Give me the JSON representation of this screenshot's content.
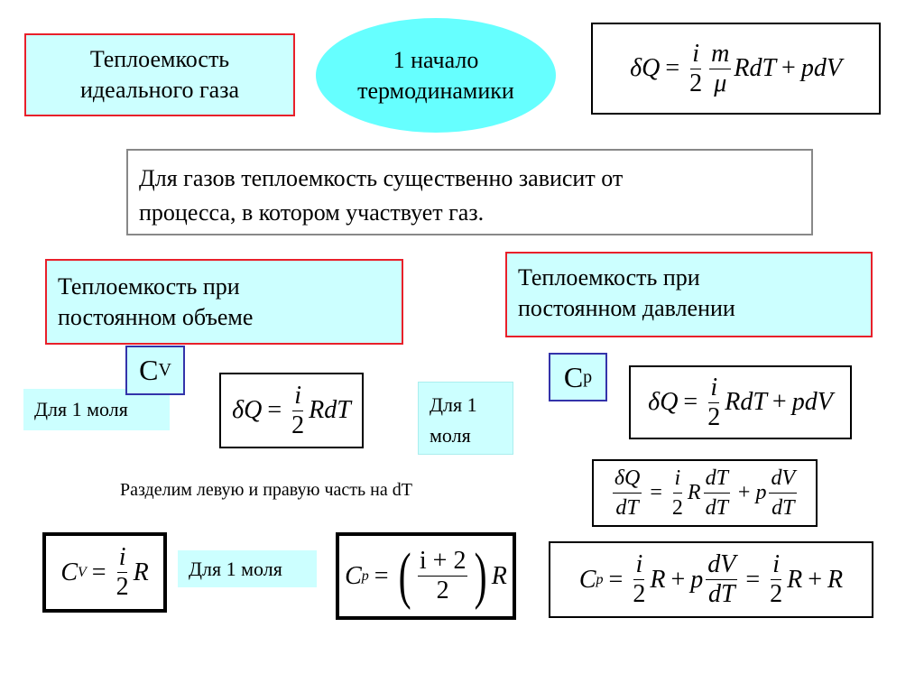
{
  "title_box": {
    "line1": "Теплоемкость",
    "line2": "идеального газа"
  },
  "first_law": {
    "line1": "1 начало",
    "line2": "термодинамики"
  },
  "formula_first_law": {
    "lhs": "δQ",
    "eq": "=",
    "i": "i",
    "two": "2",
    "m": "m",
    "mu": "μ",
    "rest": "RdT",
    "plus": "+",
    "pdv": "pdV"
  },
  "note": {
    "line1": "Для газов теплоемкость существенно зависит от",
    "line2": "процесса, в котором участвует газ."
  },
  "const_volume": {
    "line1": "Теплоемкость при",
    "line2": "постоянном объеме"
  },
  "const_pressure": {
    "line1": "Теплоемкость при",
    "line2": "постоянном давлении"
  },
  "cv_label": {
    "c": "C",
    "sub": "V"
  },
  "cp_label": {
    "c": "C",
    "sub": "p"
  },
  "per_mole_1": "Для 1 моля",
  "per_mole_2": {
    "line1": "Для 1",
    "line2": "моля"
  },
  "per_mole_3": "Для 1 моля",
  "formula_cv_heat": {
    "lhs": "δQ",
    "eq": "=",
    "i": "i",
    "two": "2",
    "rest": "RdT"
  },
  "formula_cp_heat": {
    "lhs": "δQ",
    "eq": "=",
    "i": "i",
    "two": "2",
    "rest": "RdT",
    "plus": "+",
    "pdv": "pdV"
  },
  "divide_note": "Разделим левую и правую часть на dT",
  "formula_divided": {
    "dq": "δQ",
    "dt": "dT",
    "eq": "=",
    "i": "i",
    "two": "2",
    "r": "R",
    "dt2": "dT",
    "dt3": "dT",
    "plus": "+",
    "p": "p",
    "dv": "dV",
    "dt4": "dT"
  },
  "formula_cv": {
    "c": "C",
    "sub": "V",
    "eq": "=",
    "i": "i",
    "two": "2",
    "r": "R"
  },
  "formula_cp_paren": {
    "c": "C",
    "sub": "p",
    "eq": "=",
    "lp": "(",
    "num": "i + 2",
    "two": "2",
    "rp": ")",
    "r": "R"
  },
  "formula_cp_full": {
    "c": "C",
    "sub": "p",
    "eq": "=",
    "i": "i",
    "two": "2",
    "r": "R",
    "plus": "+",
    "p": "p",
    "dv": "dV",
    "dt": "dT",
    "eq2": "=",
    "i2": "i",
    "two2": "2",
    "r2": "R",
    "plus2": "+",
    "r3": "R"
  }
}
